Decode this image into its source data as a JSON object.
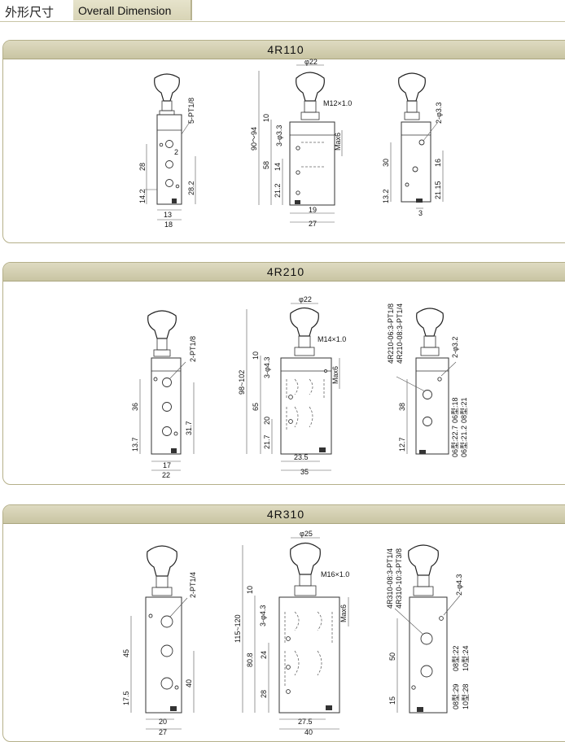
{
  "header": {
    "title_cn": "外形尺寸",
    "title_en": "Overall Dimension"
  },
  "sections": [
    {
      "title": "4R110",
      "front": {
        "port": "5-PT1/8",
        "port2": "2",
        "h_top": "28",
        "h_bot": "14.2",
        "h_right": "28.2",
        "w_inner": "13",
        "w_outer": "18"
      },
      "side": {
        "dia": "φ22",
        "thread": "M12×1.0",
        "h_top": "10",
        "h_total": "90～94",
        "holes": "3-φ3.3",
        "maxd": "Max6",
        "h_58": "58",
        "h_14": "14",
        "h_21": "21.2",
        "w_inner": "19",
        "w_outer": "27"
      },
      "right": {
        "holes": "2-φ3.3",
        "h_30": "30",
        "h_13": "13.2",
        "h_16": "16",
        "h_21": "21.15",
        "w_3": "3"
      }
    },
    {
      "title": "4R210",
      "front": {
        "port": "2-PT1/8",
        "h_top": "36",
        "h_bot": "13.7",
        "h_right": "31.7",
        "w_inner": "17",
        "w_outer": "22"
      },
      "side": {
        "dia": "φ22",
        "thread": "M14×1.0",
        "h_top": "10",
        "h_total": "98~102",
        "holes": "3-φ4.3",
        "maxd": "Max6",
        "h_65": "65",
        "h_20": "20",
        "h_21": "21.7",
        "w_inner": "23.5",
        "w_outer": "35"
      },
      "right": {
        "port_a": "4R210-06:3-PT1/8",
        "port_b": "4R210-08:3-PT1/4",
        "holes": "2-φ3.2",
        "h_38": "38",
        "h_12": "12.7",
        "v_a1": "06型:18",
        "v_a2": "08型:21",
        "v_b1": "06型:22.7",
        "v_b2": "06型:21.2"
      }
    },
    {
      "title": "4R310",
      "front": {
        "port": "2-PT1/4",
        "h_top": "45",
        "h_bot": "17.5",
        "h_right": "40",
        "w_inner": "20",
        "w_outer": "27"
      },
      "side": {
        "dia": "φ25",
        "thread": "M16×1.0",
        "h_top": "10",
        "h_total": "115~120",
        "holes": "3-φ4.3",
        "maxd": "Max6",
        "h_80": "80.8",
        "h_24": "24",
        "h_28": "28",
        "w_inner": "27.5",
        "w_outer": "40"
      },
      "right": {
        "port_a": "4R310-08:3-PT1/4",
        "port_b": "4R310-10:3-PT3/8",
        "holes": "2-φ4.3",
        "h_50": "50",
        "h_15": "15",
        "v_a1": "08型:22",
        "v_a2": "10型:24",
        "v_b1": "08型:29",
        "v_b2": "10型:28"
      }
    }
  ]
}
